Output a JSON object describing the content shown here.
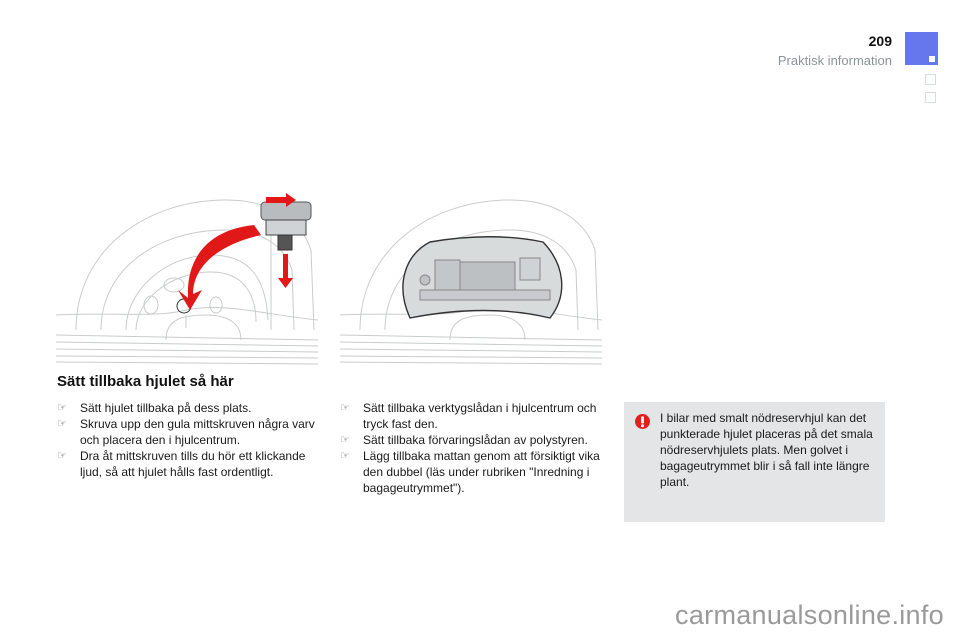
{
  "header": {
    "page_number": "209",
    "section": "Praktisk information",
    "accent_color": "#6677ee"
  },
  "illustrations": [
    {
      "name": "spare-wheel-screw-illustration",
      "description": "Spare wheel with yellow center screw being screwed into wheel center, red arrows"
    },
    {
      "name": "tool-box-in-wheel-illustration",
      "description": "Tool box placed in wheel center"
    }
  ],
  "main": {
    "title": "Sätt tillbaka hjulet så här",
    "bullet_icon": "pointing-hand-icon",
    "column1": [
      "Sätt hjulet tillbaka på dess plats.",
      "Skruva upp den gula mittskruven några varv och placera den i hjulcentrum.",
      "Dra åt mittskruven tills du hör ett klickande ljud, så att hjulet hålls fast ordentligt."
    ],
    "column2": [
      "Sätt tillbaka verktygslådan i hjulcentrum och tryck fast den.",
      "Sätt tillbaka förvaringslådan av polystyren.",
      "Lägg tillbaka mattan genom att försiktigt vika den dubbel (läs under rubriken \"Inredning i bagageutrymmet\")."
    ]
  },
  "note": {
    "icon": "warning-exclamation-icon",
    "icon_color": "#e02020",
    "background": "#e3e5e6",
    "text": "I bilar med smalt nödreservhjul kan det punkterade hjulet placeras på det smala nödreservhjulets plats. Men golvet i bagageutrymmet blir i så fall inte längre plant."
  },
  "watermark": "carmanualsonline.info"
}
